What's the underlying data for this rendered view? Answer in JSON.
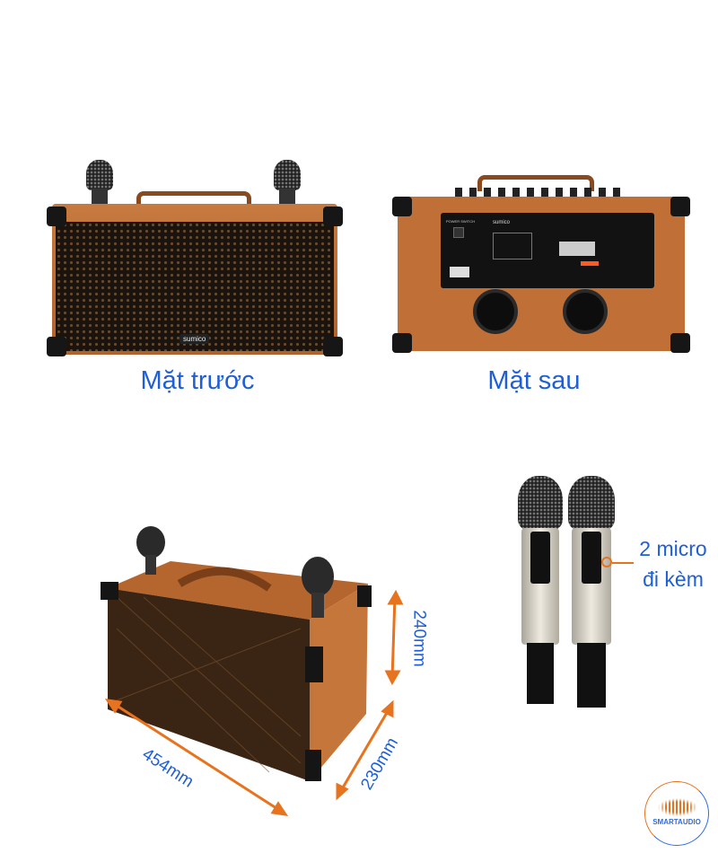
{
  "front_view": {
    "caption": "Mặt trước",
    "brand_logo": "sumico"
  },
  "rear_view": {
    "caption": "Mặt sau",
    "brand_logo": "sumico",
    "panel_label": "POWER SWITCH"
  },
  "dimensions": {
    "width": "454mm",
    "height": "240mm",
    "depth": "230mm",
    "arrow_color": "#e8731e"
  },
  "microphones": {
    "caption_line1": "2 micro",
    "caption_line2": "đi kèm",
    "count": 2
  },
  "watermark": {
    "text": "SMARTAUDIO"
  },
  "colors": {
    "caption": "#1f5fd6",
    "leather": "#b9692f",
    "accent": "#e8731e"
  }
}
